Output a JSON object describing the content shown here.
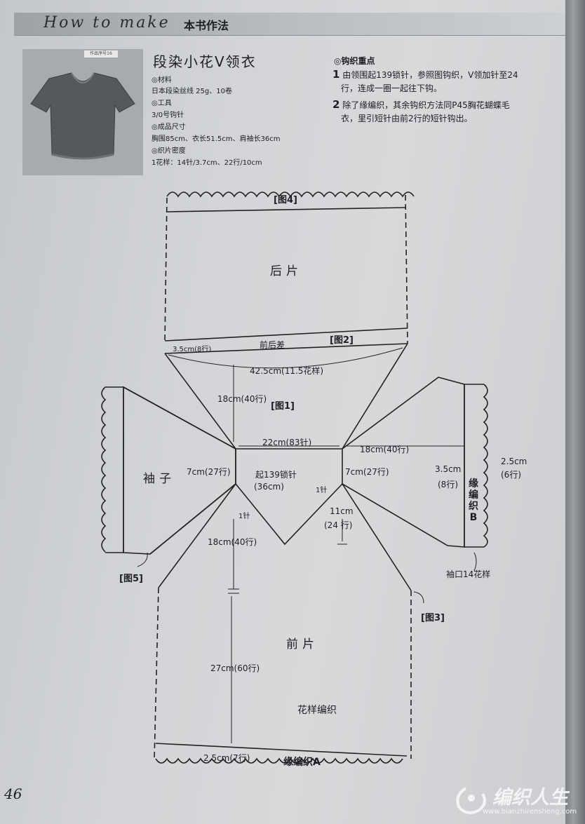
{
  "header": {
    "title_en": "How to make",
    "title_cn": "本书作法"
  },
  "product": {
    "badge": "作品序号16",
    "title": "段染小花V领衣",
    "materials_label": "◎材料",
    "materials": "日本段染丝线   25g、10卷",
    "tools_label": "◎工具",
    "tools": "3/0号钩针",
    "size_label": "◎成品尺寸",
    "size": "胸围85cm、衣长51.5cm、肩袖长36cm",
    "gauge_label": "◎织片密度",
    "gauge": "1花样：14针/3.7cm、22行/10cm"
  },
  "notes": {
    "heading": "◎钩织重点",
    "items": [
      {
        "num": "1",
        "line1": "由领围起139锁针，参照图钩织，V领加针至24",
        "line2": "行，连成一圈一起往下钩。"
      },
      {
        "num": "2",
        "line1": "除了缘编织，其余钩织方法同P45胸花蝴蝶毛",
        "line2": "衣，里引短针由前2行的短针钩出。"
      }
    ]
  },
  "diagram": {
    "labels": {
      "fig4": "[图4]",
      "back": "后片",
      "front_back_diff": "前后差",
      "fig2": "[图2]",
      "dim_3_5_8": "3.5cm(8行)",
      "dim_42_5": "42.5cm(11.5花样)",
      "dim_18_40_top": "18cm(40行)",
      "fig1": "[图1]",
      "dim_22_83": "22cm(83针)",
      "dim_18_40_right": "18cm(40行)",
      "sleeve": "袖子",
      "dim_7_27_left": "7cm(27行)",
      "start_chain": "起139锁针",
      "start_len": "(36cm)",
      "dim_7_27_right": "7cm(27行)",
      "one_stitch_right": "1针",
      "one_stitch_left": "1针",
      "dim_3_5_8_right": "3.5cm",
      "dim_3_5_8_rows": "(8行)",
      "dim_2_5": "2.5cm",
      "dim_2_5_rows": "(6行)",
      "edge_b": "缘编织B",
      "dim_11_24": "11cm",
      "dim_11_24_rows": "(24 行)",
      "dim_18_40_mid": "18cm(40行)",
      "fig5": "[图5]",
      "cuff": "袖口14花样",
      "fig3": "[图3]",
      "front": "前片",
      "dim_27_60": "27cm(60行)",
      "pattern": "花样编织",
      "dim_2_5_7": "2.5cm(7行)",
      "edge_a": "缘编织A"
    }
  },
  "footer": {
    "page_number": "46",
    "watermark": "编织人生",
    "watermark_url": "www.bianzhirensheng.com"
  }
}
